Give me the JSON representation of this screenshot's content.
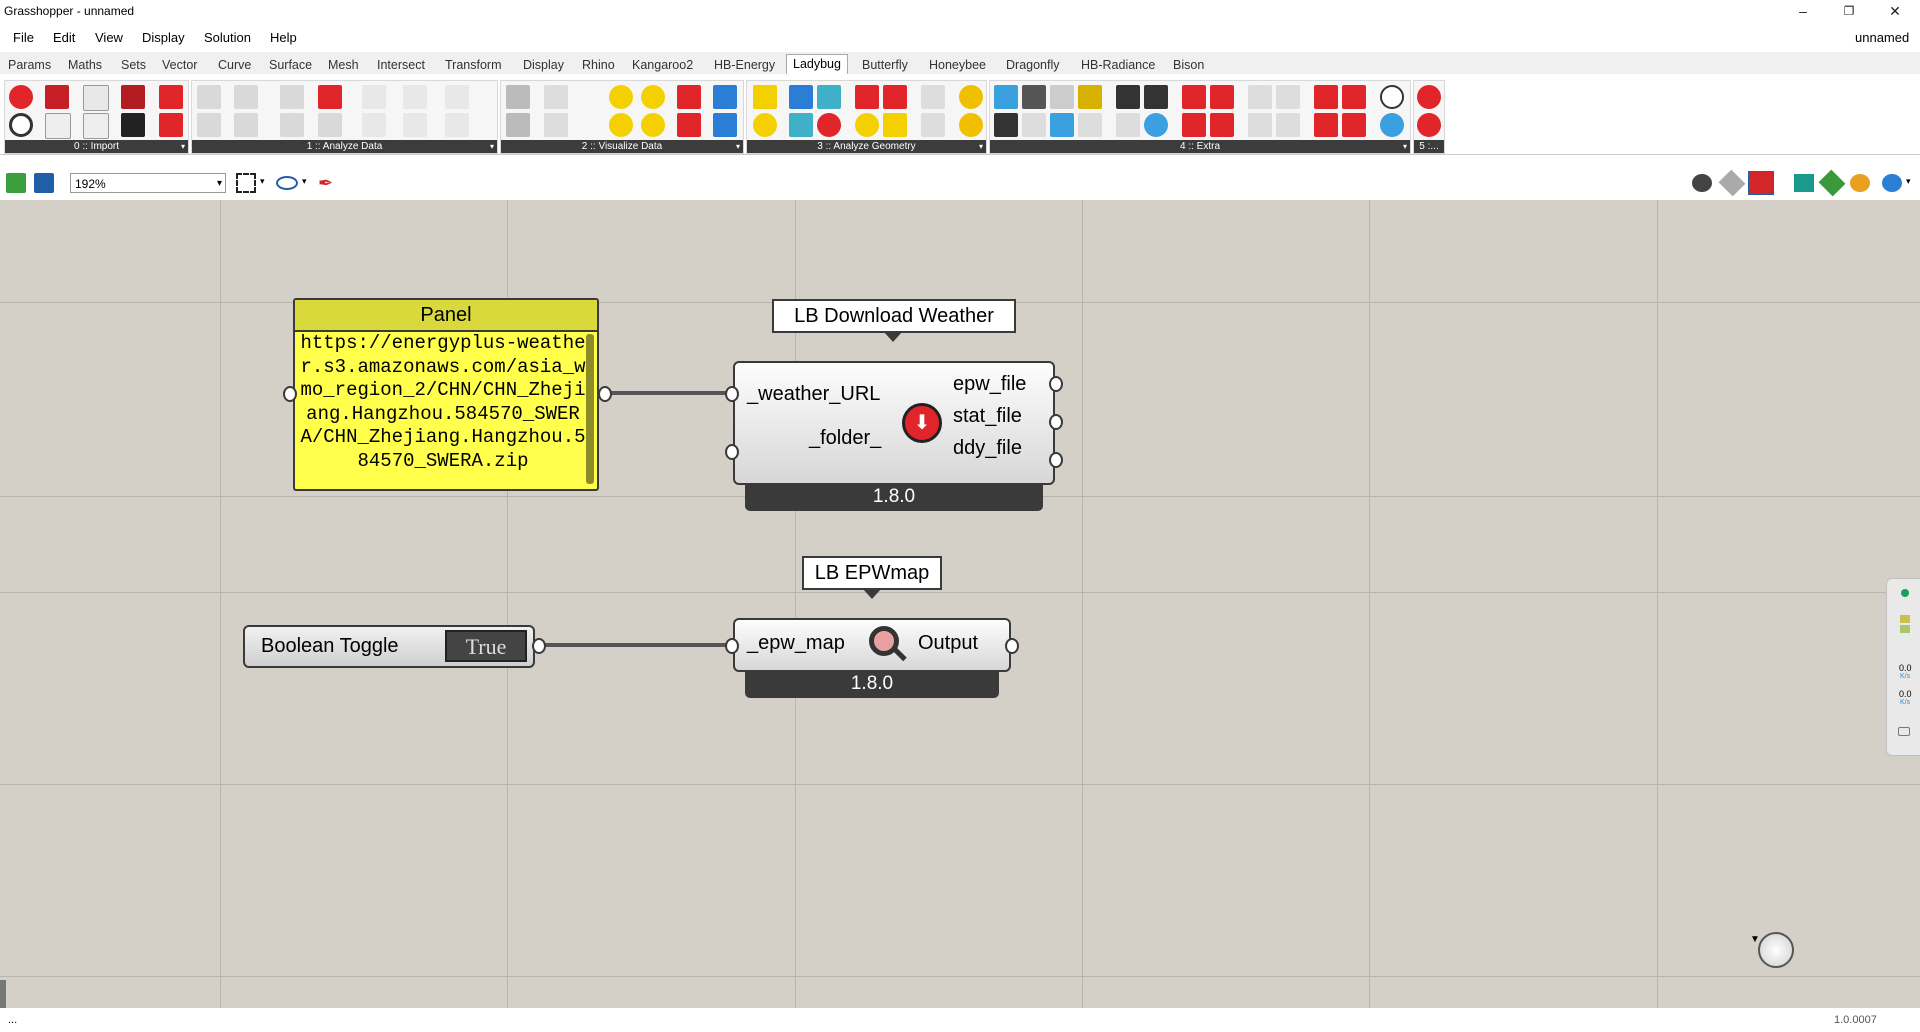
{
  "window": {
    "title": "Grasshopper - unnamed",
    "doc_name": "unnamed"
  },
  "menu": [
    "File",
    "Edit",
    "View",
    "Display",
    "Solution",
    "Help"
  ],
  "tabs": [
    "Params",
    "Maths",
    "Sets",
    "Vector",
    "Curve",
    "Surface",
    "Mesh",
    "Intersect",
    "Transform",
    "Display",
    "Rhino",
    "Kangaroo2",
    "HB-Energy",
    "Ladybug",
    "Butterfly",
    "Honeybee",
    "Dragonfly",
    "HB-Radiance",
    "Bison"
  ],
  "active_tab": "Ladybug",
  "ribbon_groups": [
    "0 :: Import",
    "1 :: Analyze Data",
    "2 :: Visualize Data",
    "3 :: Analyze Geometry",
    "4 :: Extra",
    "5 :..."
  ],
  "zoom": "192%",
  "panel": {
    "title": "Panel",
    "text": "https://energyplus-weather.s3.amazonaws.com/asia_wmo_region_2/CHN/CHN_Zhejiang.Hangzhou.584570_SWERA/CHN_Zhejiang.Hangzhou.584570_SWERA.zip"
  },
  "download_weather": {
    "name": "LB Download Weather",
    "inputs": [
      "_weather_URL",
      "_folder_"
    ],
    "outputs": [
      "epw_file",
      "stat_file",
      "ddy_file"
    ],
    "version": "1.8.0",
    "icon": "download-arrow-icon"
  },
  "epwmap": {
    "name": "LB EPWmap",
    "input": "_epw_map",
    "output": "Output",
    "version": "1.8.0",
    "icon": "magnifier-icon"
  },
  "toggle": {
    "label": "Boolean Toggle",
    "value": "True"
  },
  "sidebar": {
    "rate1": "0.0",
    "unit1": "K/s",
    "rate2": "0.0",
    "unit2": "K/s"
  },
  "status": {
    "left": "...",
    "version": "1.0.0007"
  },
  "colors": {
    "canvas": "#d4d0c8",
    "panel": "#ffff4c",
    "component_border": "#3a3a3a",
    "ladybug_red": "#e0252b"
  }
}
